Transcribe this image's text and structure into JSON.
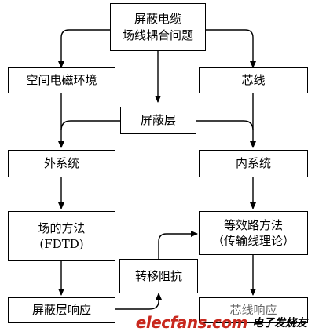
{
  "diagram": {
    "top_box": {
      "line1": "屏蔽电缆",
      "line2": "场线耦合问题"
    },
    "left_env": "空间电磁环境",
    "right_core": "芯线",
    "middle_shield": "屏蔽层",
    "left_external": "外系统",
    "right_internal": "内系统",
    "left_method": {
      "line1": "场的方法",
      "line2": "(FDTD)"
    },
    "right_method": {
      "line1": "等效路方法",
      "line2": "（传输线理论）"
    },
    "transfer_impedance": "转移阻抗",
    "left_response": "屏蔽层响应",
    "right_response": "芯线响应"
  },
  "watermark": {
    "logo": "elecfans.com",
    "text": "电子发烧友"
  }
}
